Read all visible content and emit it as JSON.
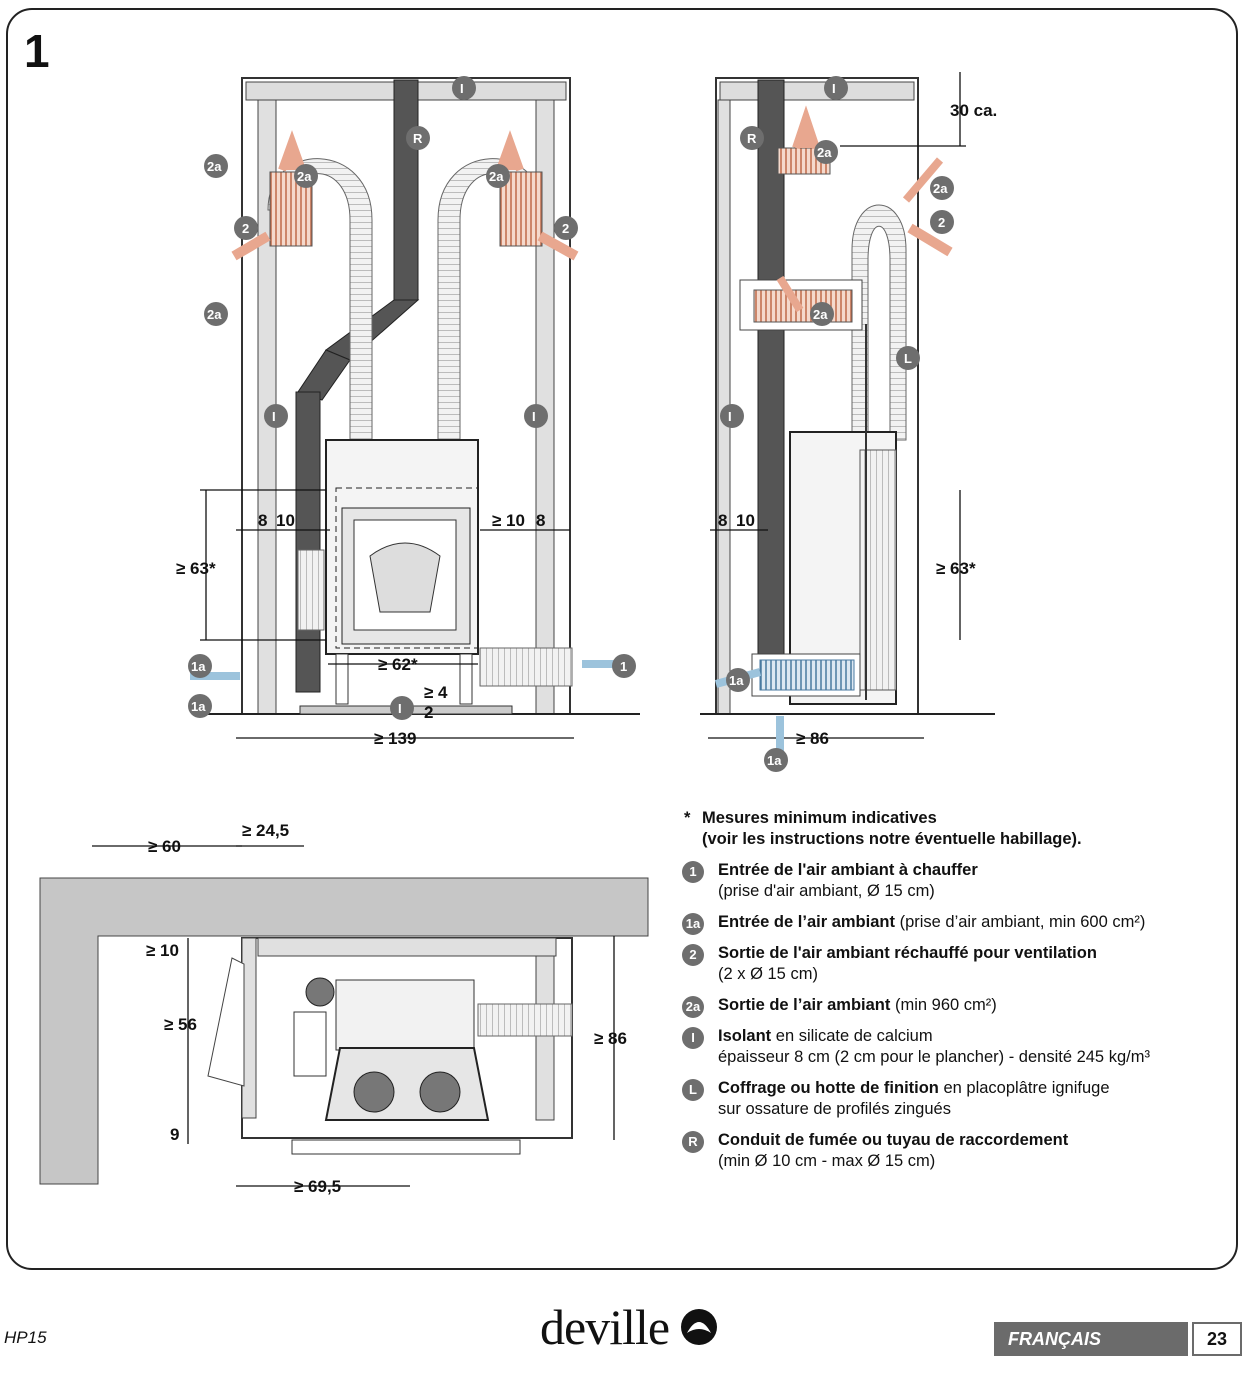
{
  "figure": {
    "number": "1"
  },
  "markers": {
    "I": "I",
    "R": "R",
    "L": "L",
    "m1": "1",
    "m1a": "1a",
    "m2": "2",
    "m2a": "2a"
  },
  "dims": {
    "front": {
      "left_8": "8",
      "left_10": "10",
      "right_10": "≥ 10",
      "right_8": "8",
      "h63": "≥ 63*",
      "w62": "≥ 62*",
      "gap4": "≥ 4",
      "gap2": "2",
      "w139": "≥ 139"
    },
    "side": {
      "top30": "30 ca.",
      "left_8": "8",
      "left_10": "10",
      "h63": "≥ 63*",
      "w86": "≥ 86"
    },
    "plan": {
      "w60": "≥ 60",
      "w245": "≥ 24,5",
      "h10": "≥ 10",
      "h56": "≥ 56",
      "h9": "9",
      "h86": "≥ 86",
      "w695": "≥ 69,5"
    }
  },
  "legend": {
    "note_line1": "Mesures minimum indicatives",
    "note_line2": "(voir les instructions notre éventuelle habillage).",
    "items": [
      {
        "badge": "1",
        "bold": "Entrée de l'air ambiant à chauffer",
        "rest": "",
        "sub": "(prise d'air ambiant, Ø 15 cm)"
      },
      {
        "badge": "1a",
        "bold": "Entrée de l’air ambiant",
        "rest": " (prise d’air ambiant, min 600 cm²)",
        "sub": ""
      },
      {
        "badge": "2",
        "bold": "Sortie de l'air ambiant réchauffé pour ventilation",
        "rest": "",
        "sub": "(2 x Ø 15 cm)"
      },
      {
        "badge": "2a",
        "bold": "Sortie de l’air ambiant",
        "rest": " (min 960 cm²)",
        "sub": ""
      },
      {
        "badge": "I",
        "bold": "Isolant",
        "rest": " en silicate de calcium",
        "sub": "épaisseur 8 cm (2 cm pour le plancher) - densité 245 kg/m³"
      },
      {
        "badge": "L",
        "bold": "Coffrage ou hotte de finition",
        "rest": " en placoplâtre ignifuge",
        "sub": "sur ossature de profilés zingués"
      },
      {
        "badge": "R",
        "bold": "Conduit de fumée ou tuyau de raccordement",
        "rest": "",
        "sub": "(min Ø 10 cm - max Ø 15 cm)"
      }
    ]
  },
  "footer": {
    "model": "HP15",
    "brand": "deville",
    "language": "FRANÇAIS",
    "page": "23"
  }
}
